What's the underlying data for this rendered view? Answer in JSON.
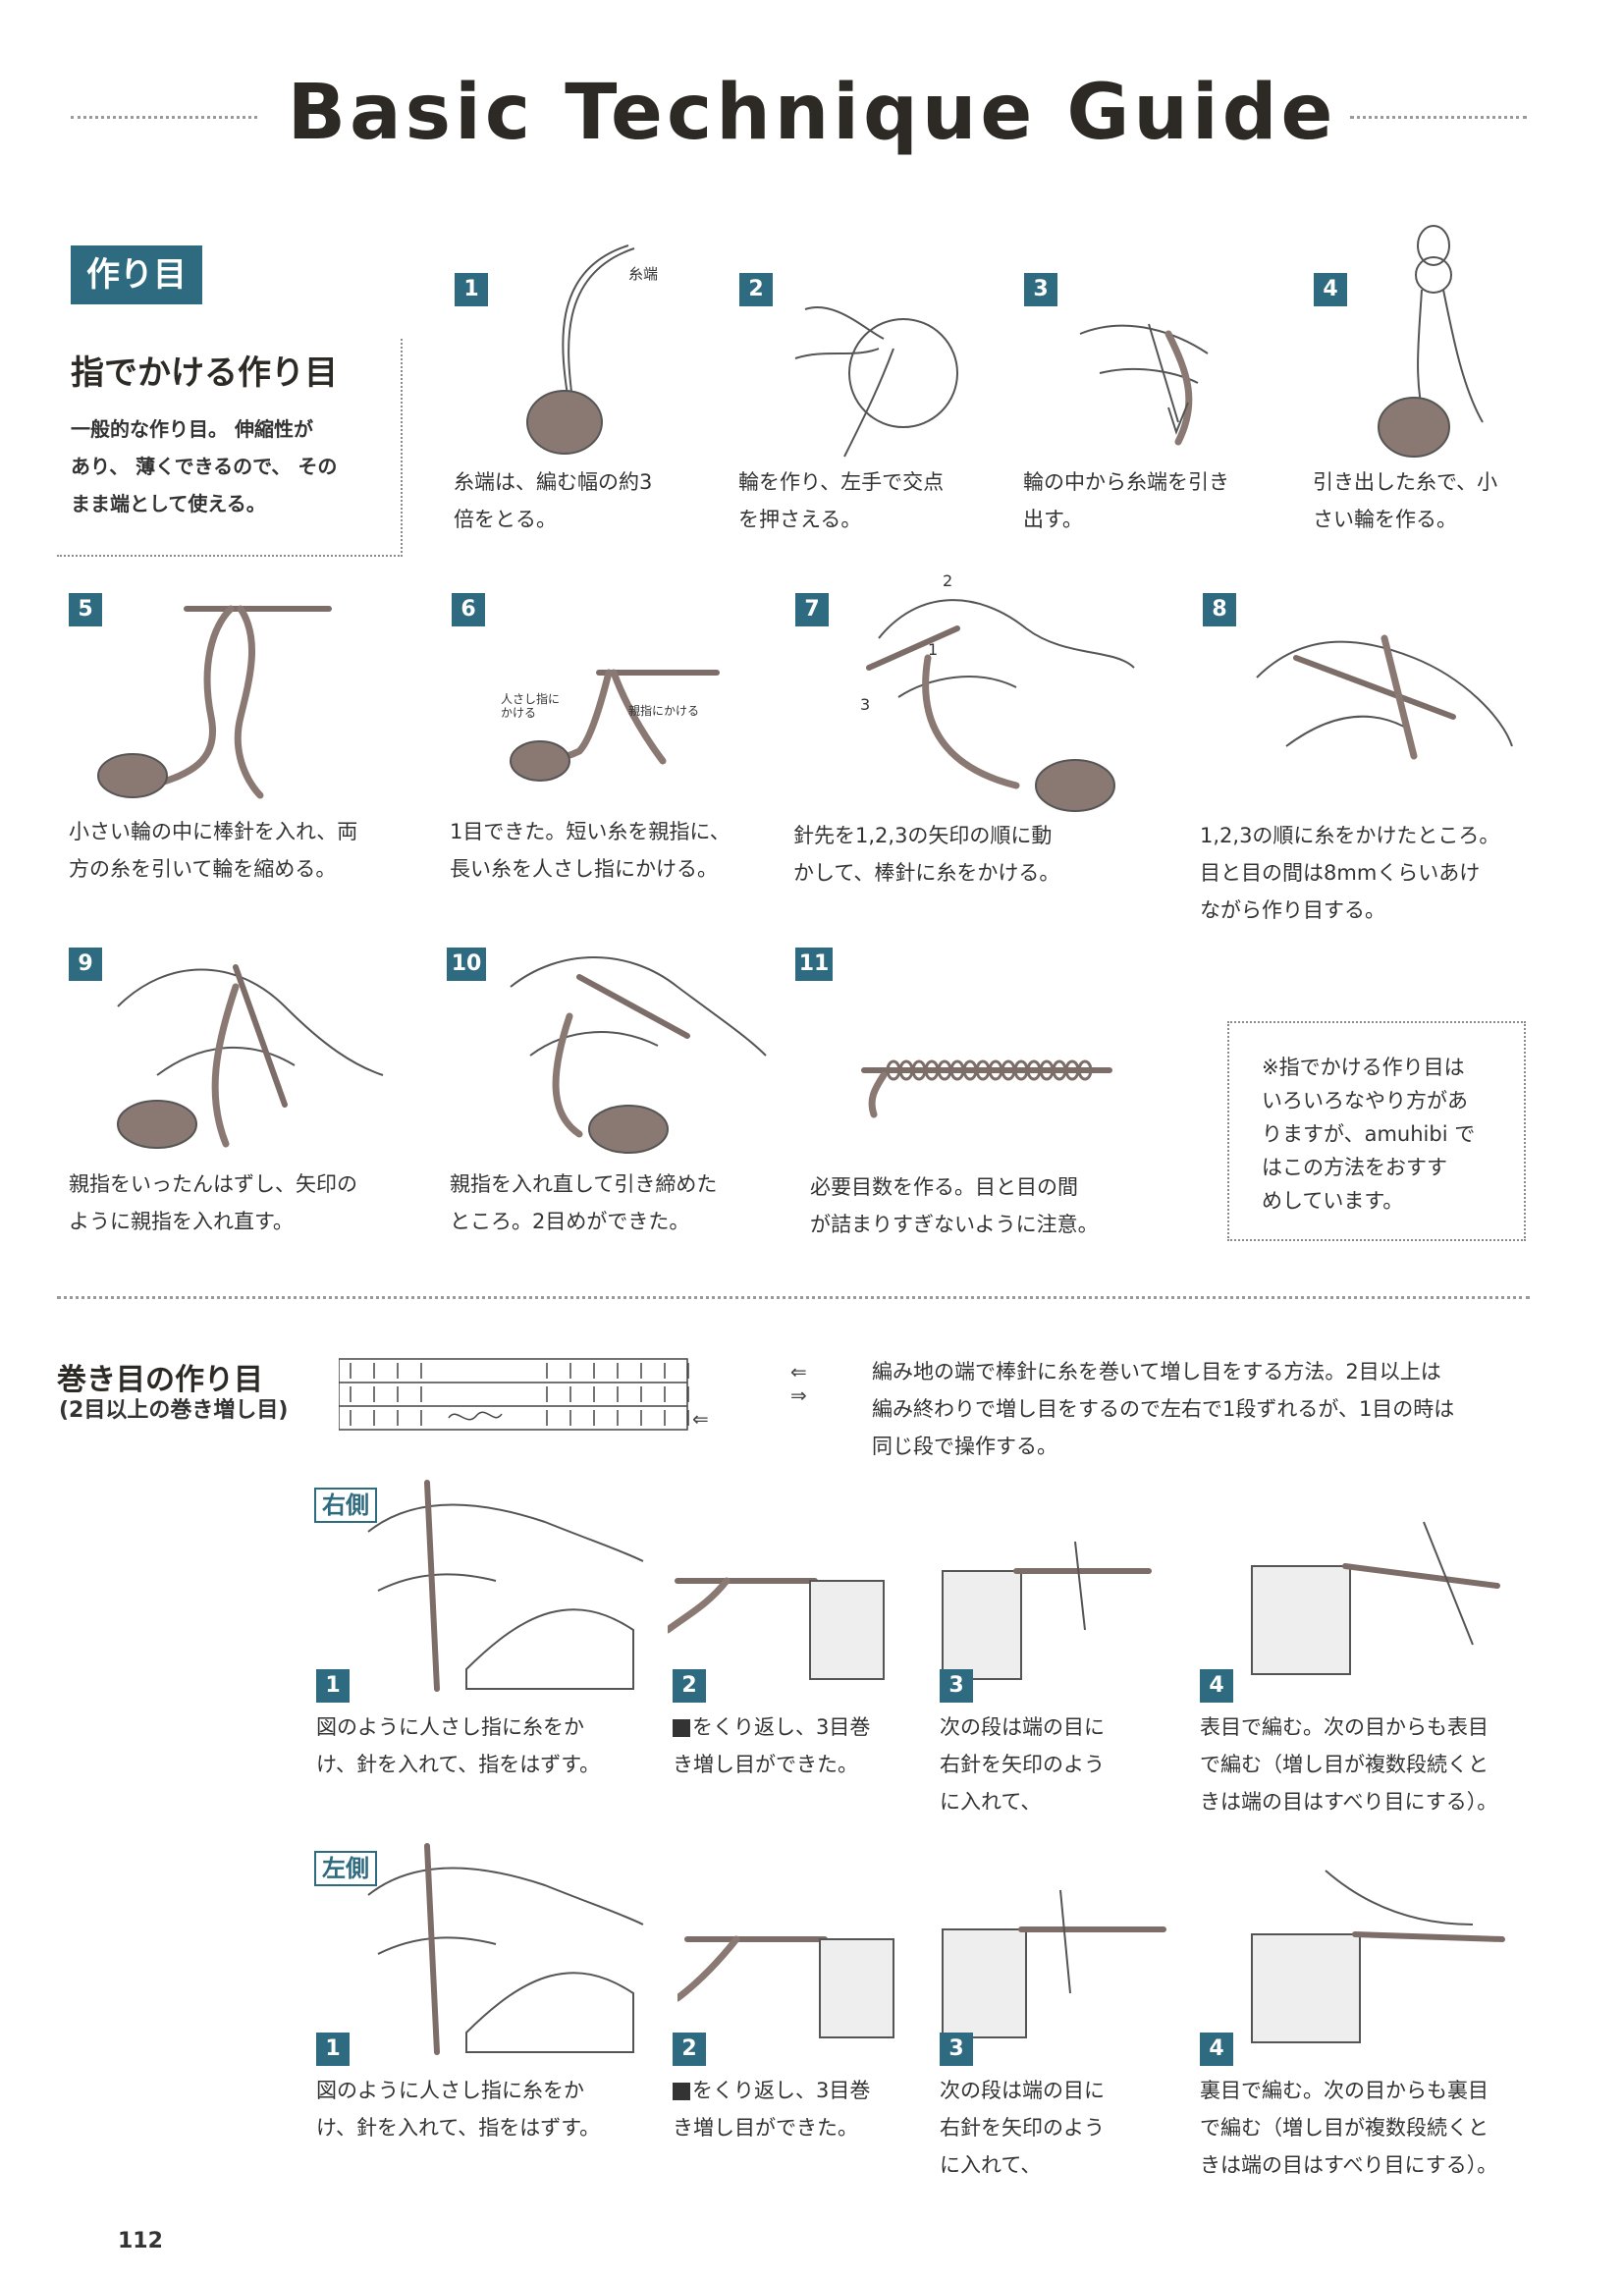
{
  "header": {
    "title": "Basic Technique Guide"
  },
  "cast_on": {
    "tag": "作り目",
    "heading": "指でかける作り目",
    "intro": [
      "一般的な作り目。 伸縮性が",
      "あり、 薄くできるので、 その",
      "まま端として使える。"
    ],
    "steps": [
      {
        "num": "1",
        "lines": [
          "糸端は、編む幅の約3",
          "倍をとる。"
        ],
        "label": "糸端"
      },
      {
        "num": "2",
        "lines": [
          "輪を作り、左手で交点",
          "を押さえる。"
        ]
      },
      {
        "num": "3",
        "lines": [
          "輪の中から糸端を引き",
          "出す。"
        ]
      },
      {
        "num": "4",
        "lines": [
          "引き出した糸で、小",
          "さい輪を作る。"
        ]
      },
      {
        "num": "5",
        "lines": [
          "小さい輪の中に棒針を入れ、両",
          "方の糸を引いて輪を縮める。"
        ]
      },
      {
        "num": "6",
        "lines": [
          "1目できた。短い糸を親指に、",
          "長い糸を人さし指にかける。"
        ],
        "label_a": "人さし指に",
        "label_a2": "かける",
        "label_b": "親指にかける"
      },
      {
        "num": "7",
        "lines": [
          "針先を1,2,3の矢印の順に動",
          "かして、棒針に糸をかける。"
        ],
        "n1": "1",
        "n2": "2",
        "n3": "3"
      },
      {
        "num": "8",
        "lines": [
          "1,2,3の順に糸をかけたところ。",
          "目と目の間は8mmくらいあけ",
          "ながら作り目する。"
        ]
      },
      {
        "num": "9",
        "lines": [
          "親指をいったんはずし、矢印の",
          "ように親指を入れ直す。"
        ]
      },
      {
        "num": "10",
        "lines": [
          "親指を入れ直して引き締めた",
          "ところ。2目めができた。"
        ]
      },
      {
        "num": "11",
        "lines": [
          "必要目数を作る。目と目の間",
          "が詰まりすぎないように注意。"
        ]
      }
    ],
    "note": [
      "※指でかける作り目は",
      "いろいろなやり方があ",
      "りますが、amuhibi で",
      "はこの方法をおすす",
      "めしています。"
    ]
  },
  "wrap": {
    "heading": "巻き目の作り目",
    "subheading": "(2目以上の巻き増し目)",
    "description": [
      "編み地の端で棒針に糸を巻いて増し目をする方法。2目以上は",
      "編み終わりで増し目をするので左右で1段ずれるが、1目の時は",
      "同じ段で操作する。"
    ],
    "right": {
      "label": "右側",
      "steps": [
        {
          "num": "1",
          "lines": [
            "図のように人さし指に糸をか",
            "け、針を入れて、指をはずす。"
          ]
        },
        {
          "num": "2",
          "lines": [
            "をくり返し、3目巻",
            "き増し目ができた。"
          ]
        },
        {
          "num": "3",
          "lines": [
            "次の段は端の目に",
            "右針を矢印のよう",
            "に入れて、"
          ]
        },
        {
          "num": "4",
          "lines": [
            "表目で編む。次の目からも表目",
            "で編む（増し目が複数段続くと",
            "きは端の目はすべり目にする）。"
          ]
        }
      ]
    },
    "left": {
      "label": "左側",
      "steps": [
        {
          "num": "1",
          "lines": [
            "図のように人さし指に糸をか",
            "け、針を入れて、指をはずす。"
          ]
        },
        {
          "num": "2",
          "lines": [
            "をくり返し、3目巻",
            "き増し目ができた。"
          ]
        },
        {
          "num": "3",
          "lines": [
            "次の段は端の目に",
            "右針を矢印のよう",
            "に入れて、"
          ]
        },
        {
          "num": "4",
          "lines": [
            "裏目で編む。次の目からも裏目",
            "で編む（増し目が複数段続くと",
            "きは端の目はすべり目にする）。"
          ]
        }
      ]
    }
  },
  "footer": {
    "page": "112"
  }
}
